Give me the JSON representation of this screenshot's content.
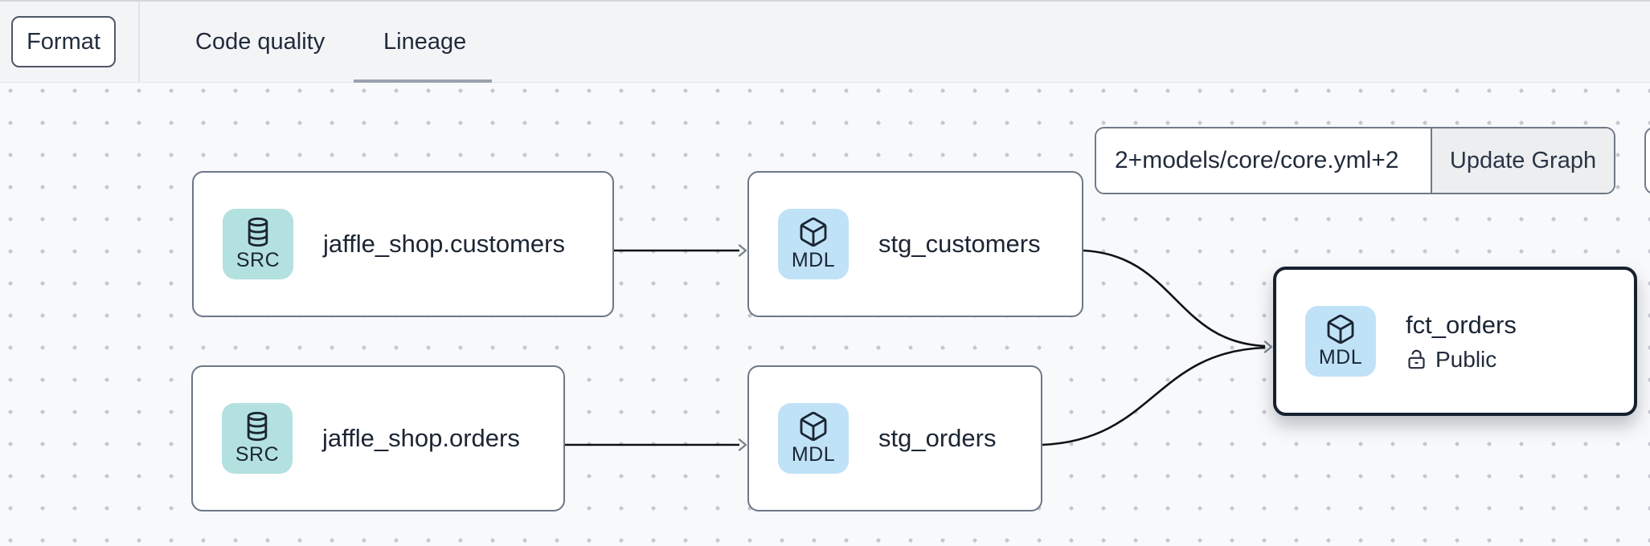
{
  "header": {
    "format_button": "Format",
    "tabs": [
      {
        "label": "Code quality",
        "active": false
      },
      {
        "label": "Lineage",
        "active": true
      }
    ]
  },
  "graph_toolbar": {
    "selector_input_value": "2+models/core/core.yml+2",
    "update_button": "Update Graph"
  },
  "canvas": {
    "nodes": [
      {
        "id": "jaffle_shop.customers",
        "label": "jaffle_shop.customers",
        "badge": "SRC",
        "kind": "source",
        "icon": "database-icon"
      },
      {
        "id": "stg_customers",
        "label": "stg_customers",
        "badge": "MDL",
        "kind": "model",
        "icon": "cube-icon"
      },
      {
        "id": "jaffle_shop.orders",
        "label": "jaffle_shop.orders",
        "badge": "SRC",
        "kind": "source",
        "icon": "database-icon"
      },
      {
        "id": "stg_orders",
        "label": "stg_orders",
        "badge": "MDL",
        "kind": "model",
        "icon": "cube-icon"
      },
      {
        "id": "fct_orders",
        "label": "fct_orders",
        "badge": "MDL",
        "kind": "model",
        "icon": "cube-icon",
        "access": "Public",
        "selected": true
      }
    ],
    "edges": [
      {
        "from": "jaffle_shop.customers",
        "to": "stg_customers"
      },
      {
        "from": "jaffle_shop.orders",
        "to": "stg_orders"
      },
      {
        "from": "stg_customers",
        "to": "fct_orders"
      },
      {
        "from": "stg_orders",
        "to": "fct_orders"
      }
    ]
  },
  "colors": {
    "src_badge_bg": "#b3e1df",
    "mdl_badge_bg": "#c0e2f7",
    "node_border": "#6d7787",
    "selected_node_border": "#16202f",
    "edge_color": "#101214",
    "tab_underline": "#99a1ae",
    "text_dark": "#1b2534"
  }
}
